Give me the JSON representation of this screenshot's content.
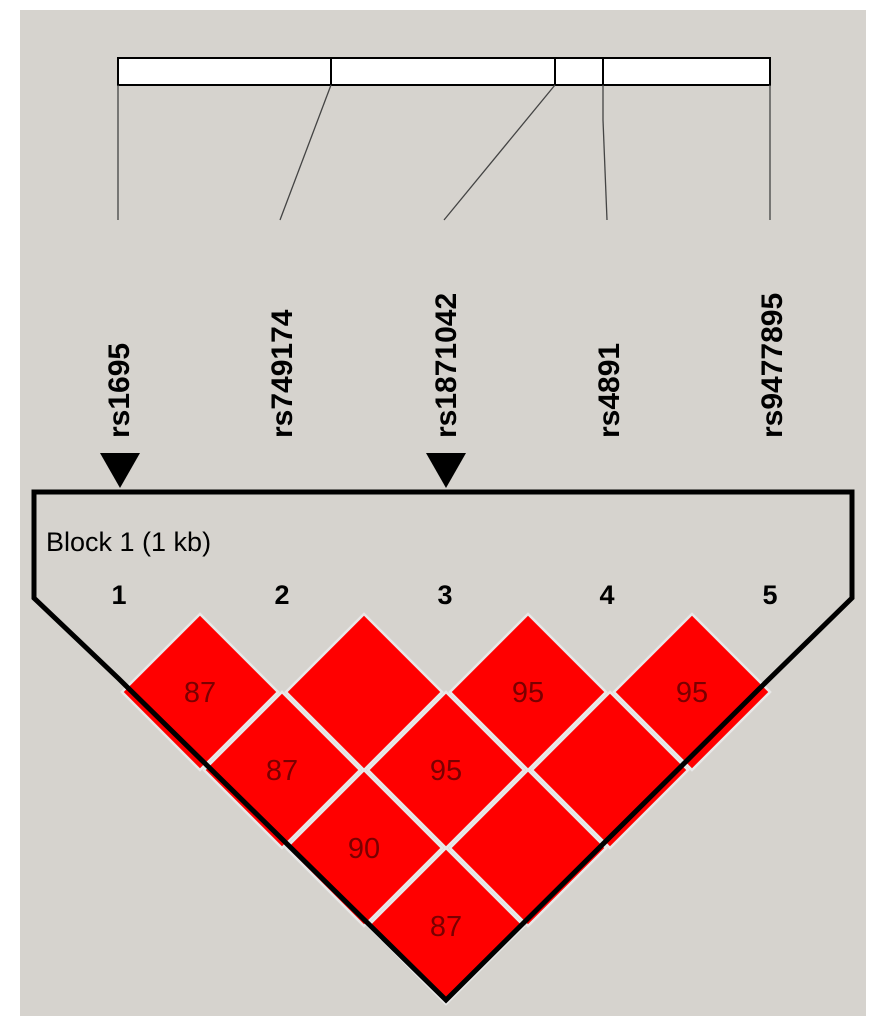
{
  "colors": {
    "background": "#d6d3ce",
    "ld_cell": "#ff0000",
    "cell_border": "#e8e8e8",
    "cell_text": "#7a0000",
    "outline": "#000000"
  },
  "snps": [
    {
      "name": "rs1695",
      "index": "1",
      "tagged": true
    },
    {
      "name": "rs749174",
      "index": "2",
      "tagged": false
    },
    {
      "name": "rs1871042",
      "index": "3",
      "tagged": true
    },
    {
      "name": "rs4891",
      "index": "4",
      "tagged": false
    },
    {
      "name": "rs9477895",
      "index": "5",
      "tagged": false
    }
  ],
  "block": {
    "label": "Block 1 (1 kb)"
  },
  "chart_data": {
    "type": "heatmap",
    "description_type": "LD block plot",
    "cells": [
      {
        "i": 1,
        "j": 2,
        "value": "87"
      },
      {
        "i": 2,
        "j": 3,
        "value": ""
      },
      {
        "i": 3,
        "j": 4,
        "value": "95"
      },
      {
        "i": 4,
        "j": 5,
        "value": "95"
      },
      {
        "i": 1,
        "j": 3,
        "value": "87"
      },
      {
        "i": 2,
        "j": 4,
        "value": "95"
      },
      {
        "i": 3,
        "j": 5,
        "value": ""
      },
      {
        "i": 1,
        "j": 4,
        "value": "90"
      },
      {
        "i": 2,
        "j": 5,
        "value": ""
      },
      {
        "i": 1,
        "j": 5,
        "value": "87"
      }
    ]
  }
}
